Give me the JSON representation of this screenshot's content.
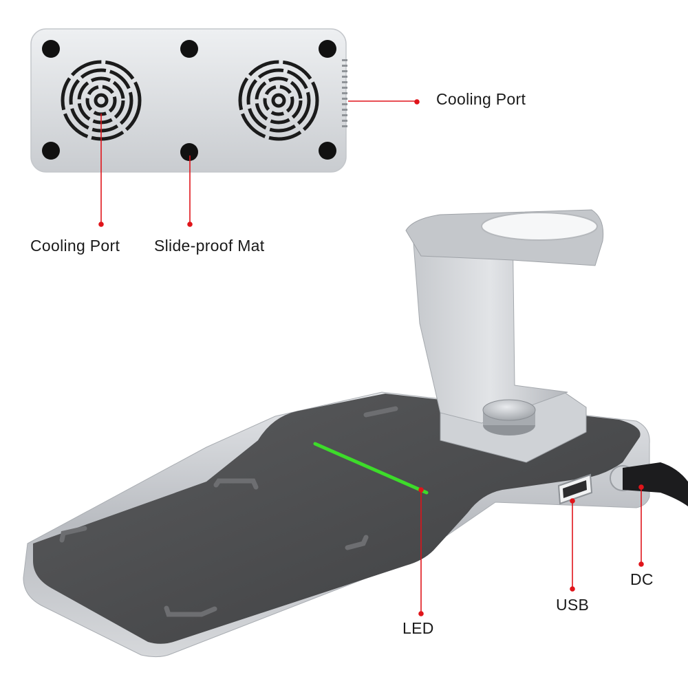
{
  "labels": {
    "cooling_port_side": "Cooling Port",
    "cooling_port_bottom": "Cooling Port",
    "slide_proof_mat": "Slide-proof Mat",
    "led": "LED",
    "usb": "USB",
    "dc": "DC"
  },
  "colors": {
    "callout_line": "#e0141a",
    "led_light": "#3ddc2a",
    "aluminum": "#d3d6da",
    "charging_surface": "#4a4b4d"
  }
}
